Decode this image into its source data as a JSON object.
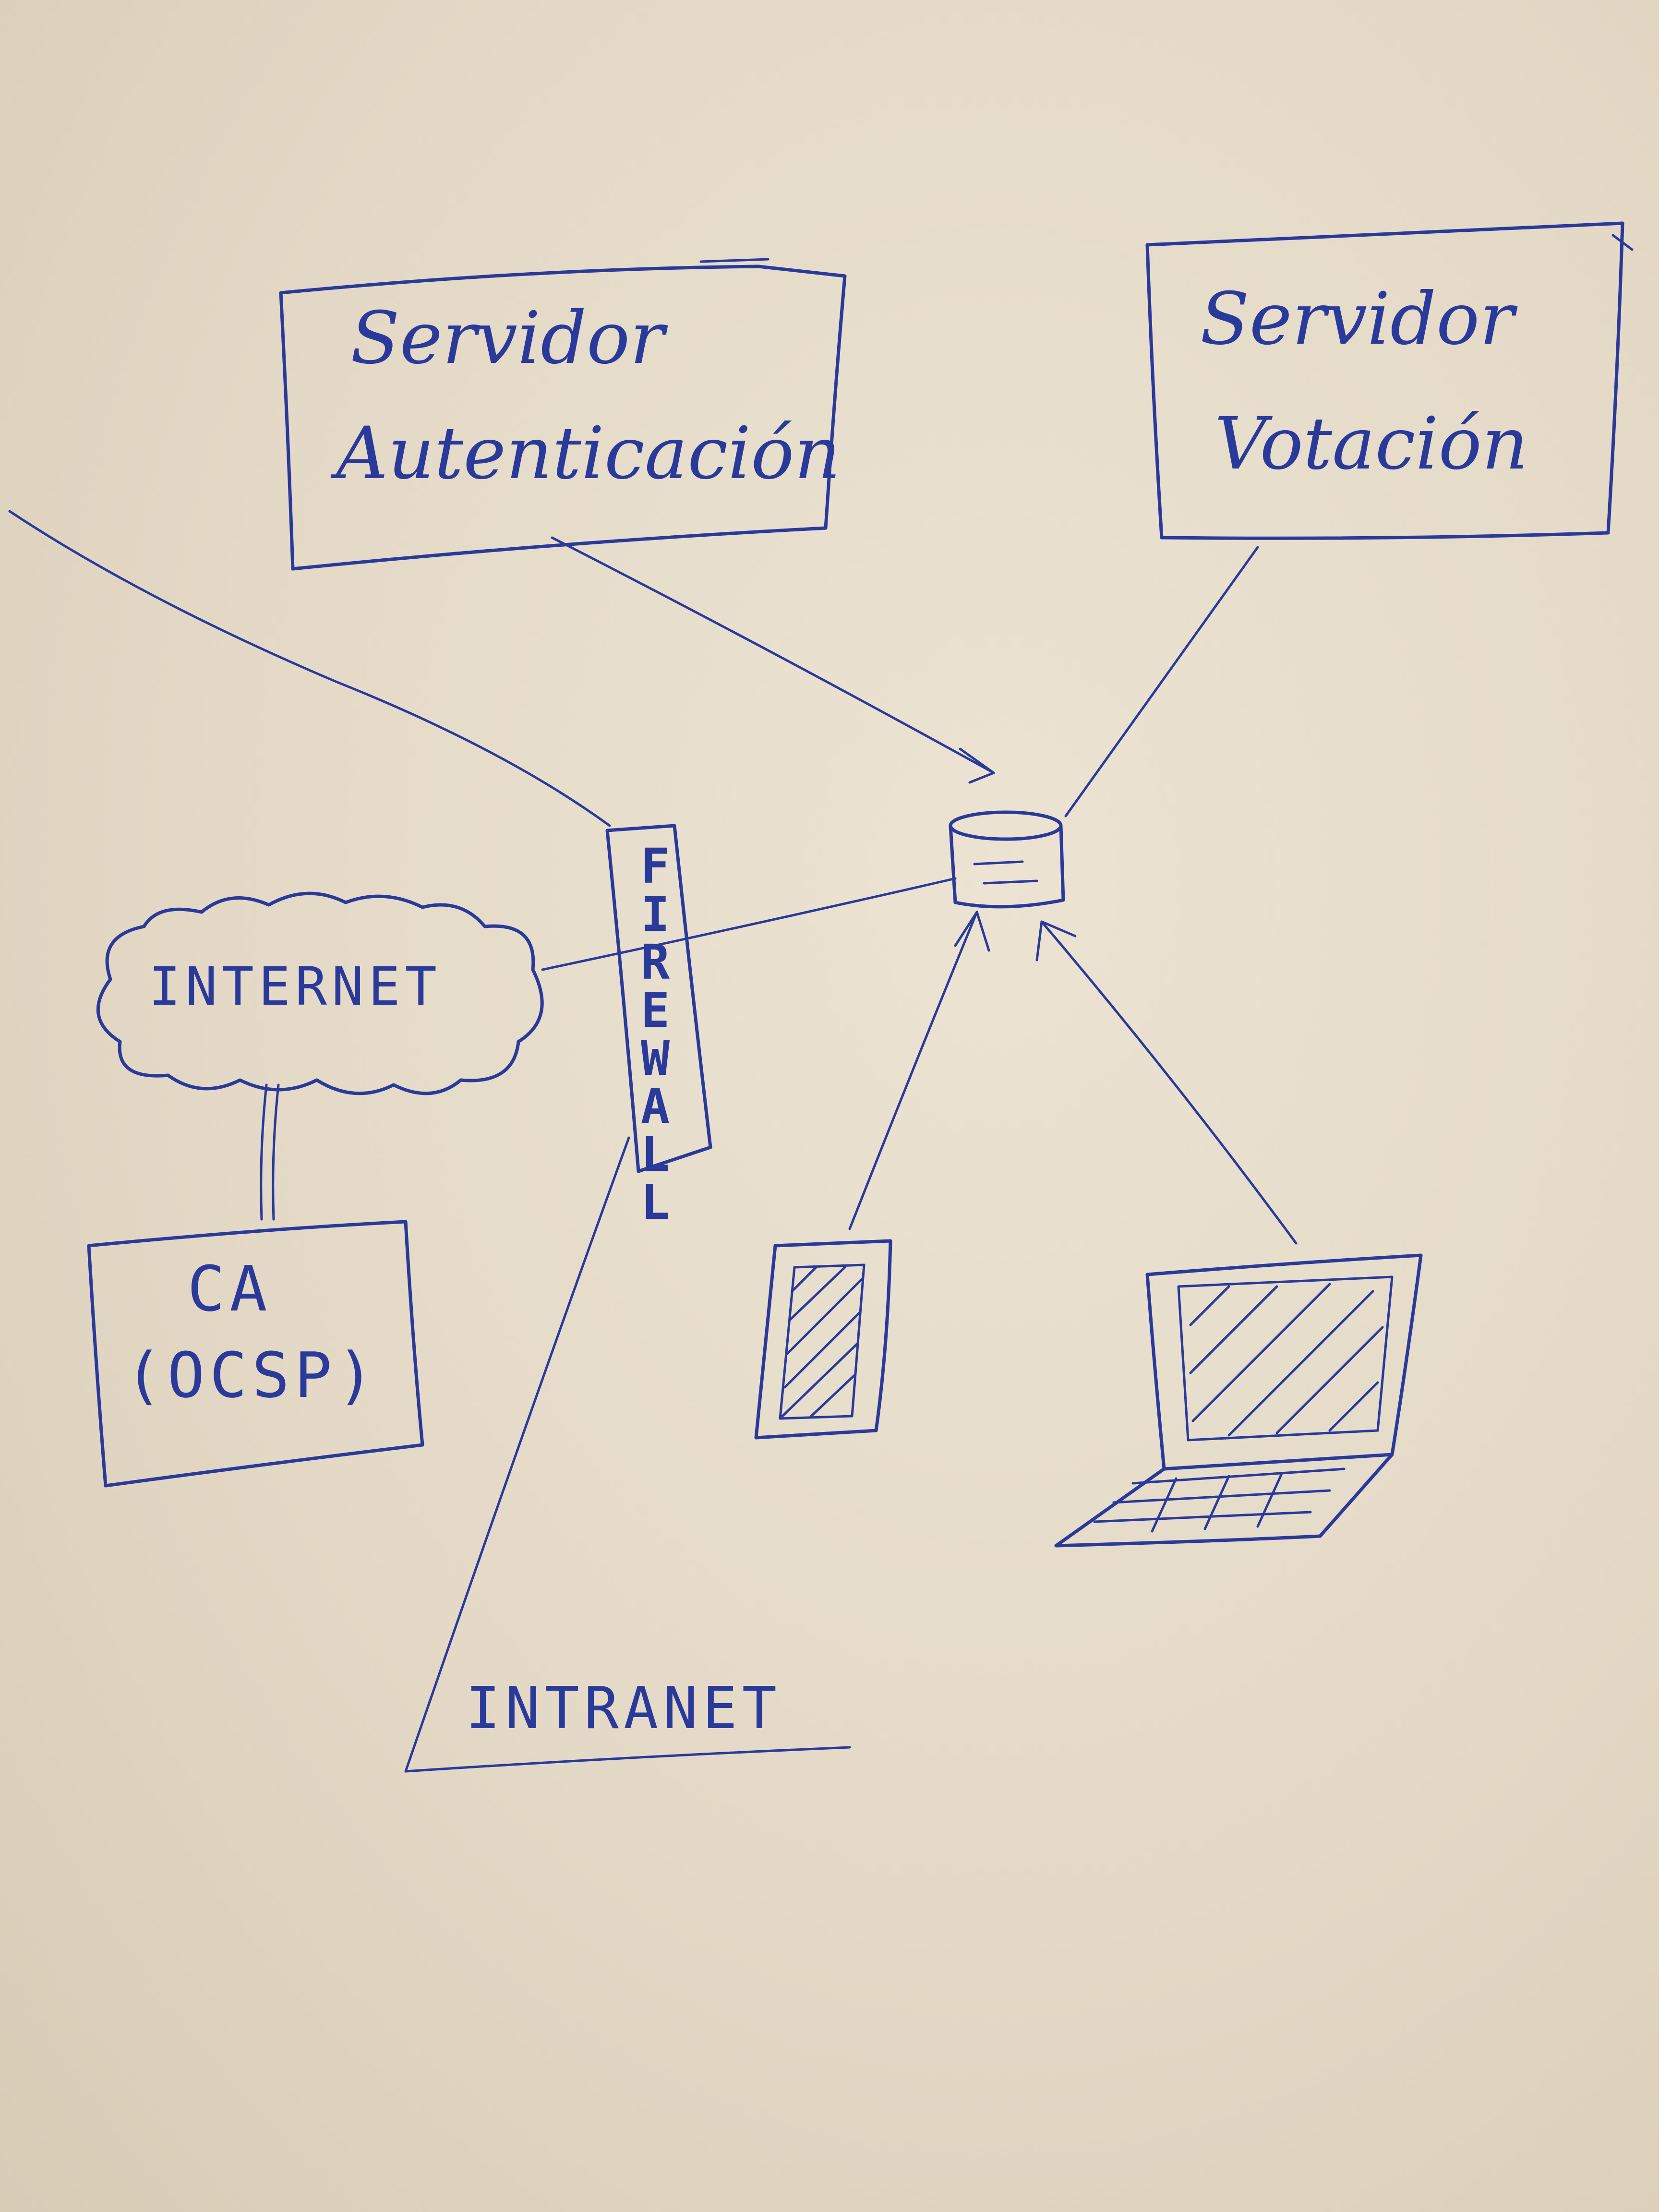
{
  "nodes": {
    "auth_server": {
      "line1": "Servidor",
      "line2": "Autenticación"
    },
    "vote_server": {
      "line1": "Servidor",
      "line2": "Votación"
    },
    "internet": "INTERNET",
    "ca": {
      "line1": "CA",
      "line2": "(OCSP)"
    },
    "firewall": "FIREWALL",
    "intranet": "INTRANET"
  },
  "icons": {
    "router": "router-icon",
    "phone": "smartphone-icon",
    "laptop": "laptop-icon",
    "cloud": "cloud-icon"
  },
  "colors": {
    "ink": "#2a3a9a",
    "paper": "#e6dccb"
  }
}
